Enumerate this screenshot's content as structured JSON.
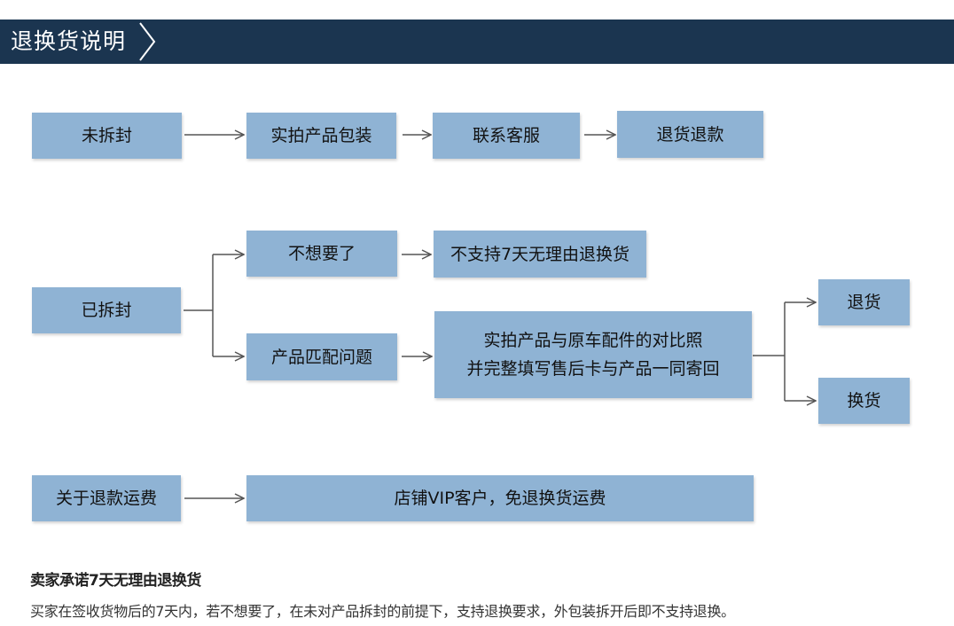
{
  "header": {
    "title": "退换货说明"
  },
  "flow": {
    "unopened": {
      "label": "未拆封",
      "steps": [
        "实拍产品包装",
        "联系客服",
        "退货退款"
      ]
    },
    "opened": {
      "label": "已拆封",
      "branch_no_want": {
        "label": "不想要了",
        "result": "不支持7天无理由退换货"
      },
      "branch_mismatch": {
        "label": "产品匹配问题",
        "action_line1": "实拍产品与原车配件的对比照",
        "action_line2": "并完整填写售后卡与产品一同寄回",
        "outcome_return": "退货",
        "outcome_exchange": "换货"
      }
    },
    "shipping": {
      "label": "关于退款运费",
      "result": "店铺VIP客户，免退换货运费"
    }
  },
  "note": {
    "title": "卖家承诺7天无理由退换货",
    "text": "买家在签收货物后的7天内，若不想要了，在未对产品拆封的前提下，支持退换要求，外包装拆开后即不支持退换。"
  },
  "colors": {
    "header": "#1b3550",
    "box": "#8fb3d4",
    "line": "#555555"
  }
}
